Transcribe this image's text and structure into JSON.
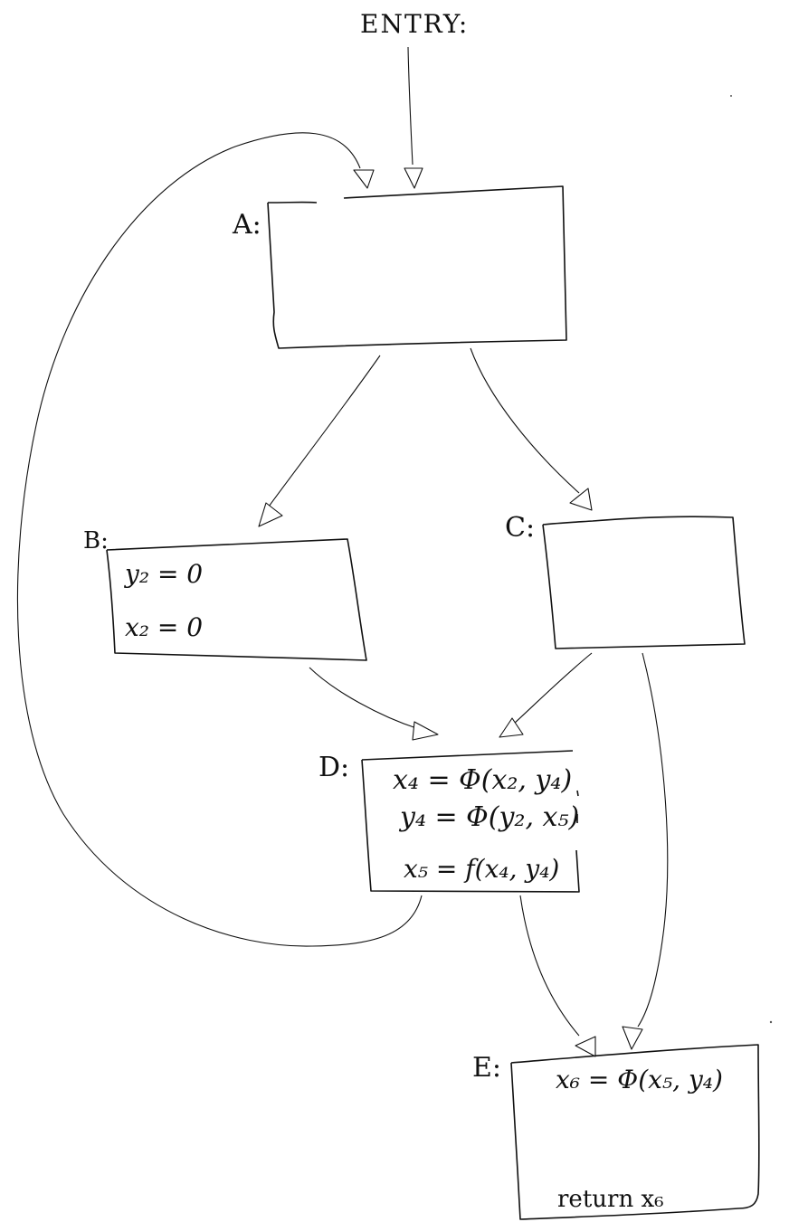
{
  "entry_label": "ENTRY:",
  "nodes": {
    "A": {
      "label": "A:",
      "lines": []
    },
    "B": {
      "label": "B:",
      "lines": [
        "y₂ = 0",
        "x₂ = 0"
      ]
    },
    "C": {
      "label": "C:",
      "lines": []
    },
    "D": {
      "label": "D:",
      "lines": [
        "x₄ = Φ(x₂, y₄)",
        "y₄ = Φ(y₂, x₅)",
        "x₅ = f(x₄, y₄)"
      ]
    },
    "E": {
      "label": "E:",
      "lines": [
        "x₆ = Φ(x₅, y₄)",
        "return x₆"
      ]
    }
  },
  "edges": [
    {
      "from": "ENTRY",
      "to": "A"
    },
    {
      "from": "A",
      "to": "B"
    },
    {
      "from": "A",
      "to": "C"
    },
    {
      "from": "B",
      "to": "D"
    },
    {
      "from": "C",
      "to": "D"
    },
    {
      "from": "C",
      "to": "E"
    },
    {
      "from": "D",
      "to": "E"
    },
    {
      "from": "D",
      "to": "A"
    }
  ],
  "colors": {
    "ink": "#111111",
    "paper": "#ffffff"
  }
}
